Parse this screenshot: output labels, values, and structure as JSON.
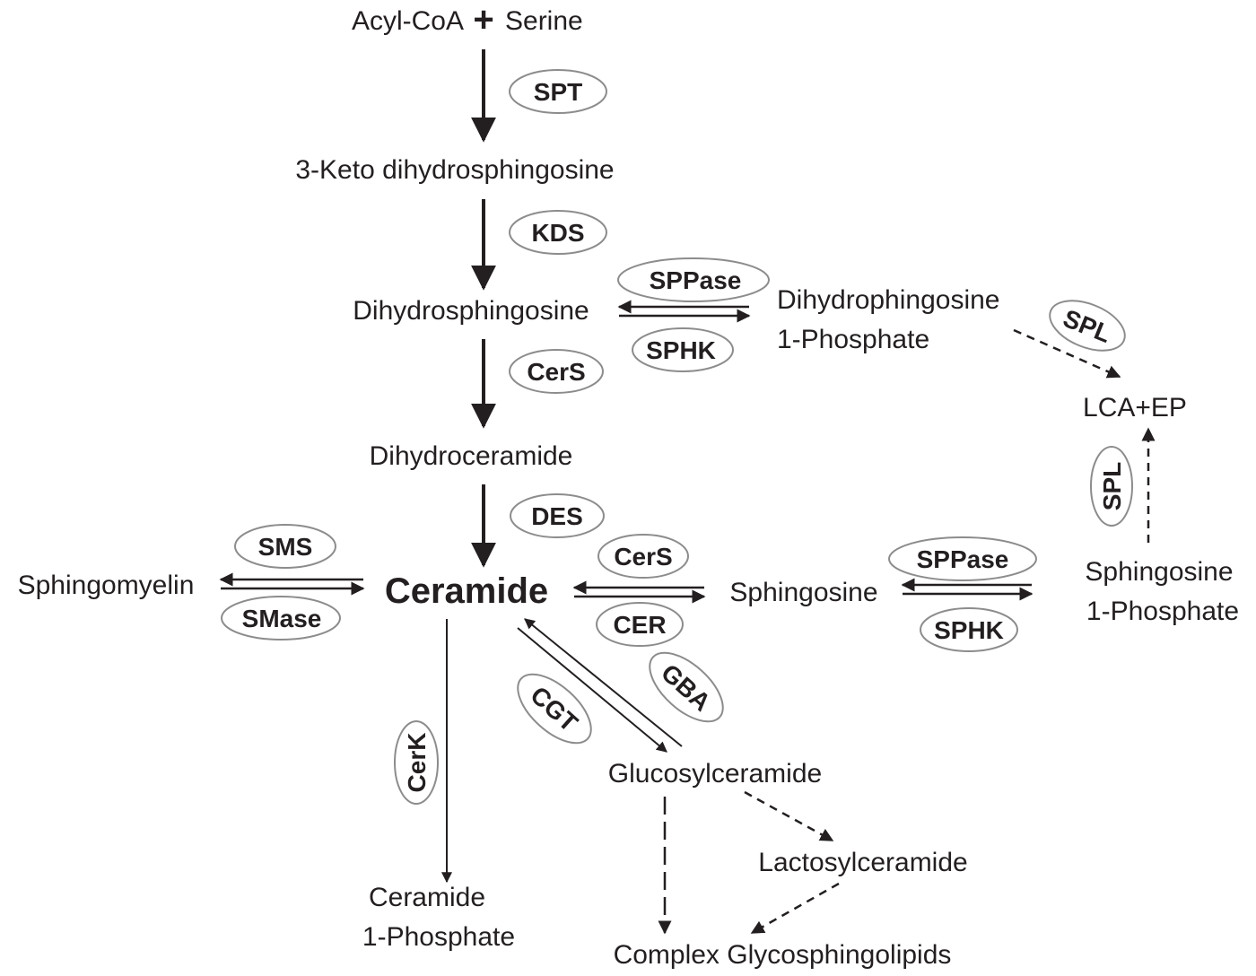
{
  "molecules": {
    "acyl_coa": "Acyl-CoA",
    "plus_sign": "+",
    "serine": "Serine",
    "keto_dihydrosphingosine": "3-Keto dihydrosphingosine",
    "dihydrosphingosine": "Dihydrosphingosine",
    "dihydrosphingosine_1p_line1": "Dihydrophingosine",
    "dihydrosphingosine_1p_line2": "1-Phosphate",
    "lca_ep": "LCA+EP",
    "dihydroceramide": "Dihydroceramide",
    "sphingomyelin": "Sphingomyelin",
    "ceramide": "Ceramide",
    "sphingosine": "Sphingosine",
    "sphingosine_1p_line1": "Sphingosine",
    "sphingosine_1p_line2": "1-Phosphate",
    "glucosylceramide": "Glucosylceramide",
    "lactosylceramide": "Lactosylceramide",
    "ceramide_1p_line1": "Ceramide",
    "ceramide_1p_line2": "1-Phosphate",
    "complex_glycosphingolipids": "Complex Glycosphingolipids"
  },
  "enzymes": {
    "spt": "SPT",
    "kds": "KDS",
    "sppase_top": "SPPase",
    "sphk_top": "SPHK",
    "spl_top": "SPL",
    "cers_top": "CerS",
    "des": "DES",
    "spl_side": "SPL",
    "sms": "SMS",
    "smase": "SMase",
    "cers_mid": "CerS",
    "cer": "CER",
    "sppase_mid": "SPPase",
    "sphk_mid": "SPHK",
    "gba": "GBA",
    "cgt": "CGT",
    "cerk": "CerK"
  }
}
